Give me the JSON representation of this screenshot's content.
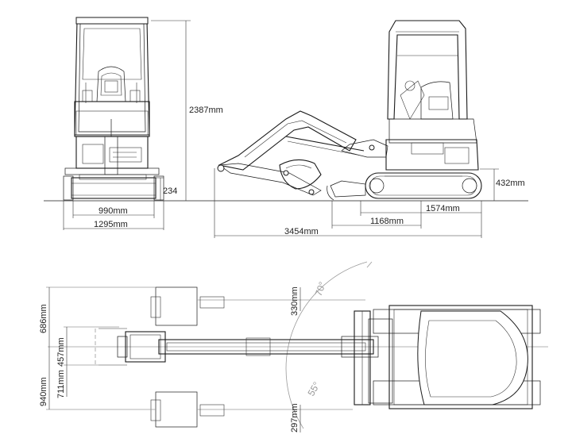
{
  "dimensions": {
    "front_height": "2387mm",
    "front_ground_clearance": "234",
    "front_track_width": "990mm",
    "front_overall_width": "1295mm",
    "side_track_height": "432mm",
    "side_tail_length": "1574mm",
    "side_tumbler_distance": "1168mm",
    "side_overall_length": "3454mm",
    "top_left_offset": "686mm",
    "top_left_inner": "457mm",
    "top_right_offset": "940mm",
    "top_right_inner": "711mm",
    "top_offset_upper": "330mm",
    "top_offset_lower": "297mm",
    "swing_left_angle": "70°",
    "swing_right_angle": "55°"
  }
}
